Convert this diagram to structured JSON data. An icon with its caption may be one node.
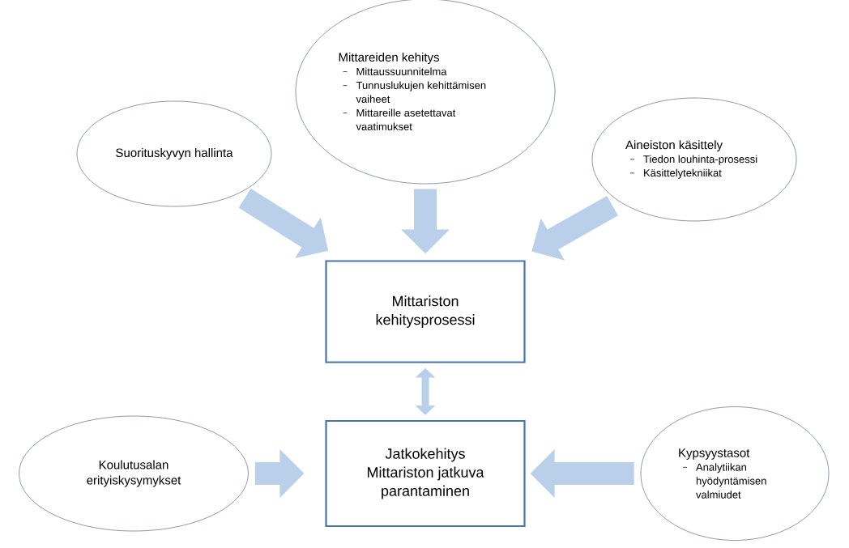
{
  "diagram": {
    "nodes": [
      {
        "text": [
          "Suorituskyvyn hallinta"
        ]
      },
      {
        "text": [
          "Mittareiden kehitys",
          "Mittaussuunnitelma",
          "Tunnuslukujen kehittämisen vaiheet",
          "Mittareille asetettavat vaatimukset"
        ]
      },
      {
        "text": [
          "Aineiston käsittely",
          "Tiedon louhinta-prosessi",
          "Käsittelytekniikat"
        ]
      },
      {
        "text": [
          "Mittariston kehitysprosessi"
        ]
      },
      {
        "text": [
          "Koulutusalan erityiskysymykset"
        ]
      },
      {
        "text": [
          "Jatkokehitys",
          "Mittariston jatkuva parantaminen"
        ]
      },
      {
        "text": [
          "Kypsyystasot",
          "Analytiikan hyödyntämisen valmiudet"
        ]
      }
    ],
    "edges": [
      {
        "from": 0,
        "to": 3,
        "arrow": "to"
      },
      {
        "from": 1,
        "to": 3,
        "arrow": "to"
      },
      {
        "from": 2,
        "to": 3,
        "arrow": "to"
      },
      {
        "from": 3,
        "to": 5,
        "arrow": "both"
      },
      {
        "from": 4,
        "to": 5,
        "arrow": "to"
      },
      {
        "from": 6,
        "to": 5,
        "arrow": "to"
      }
    ]
  }
}
